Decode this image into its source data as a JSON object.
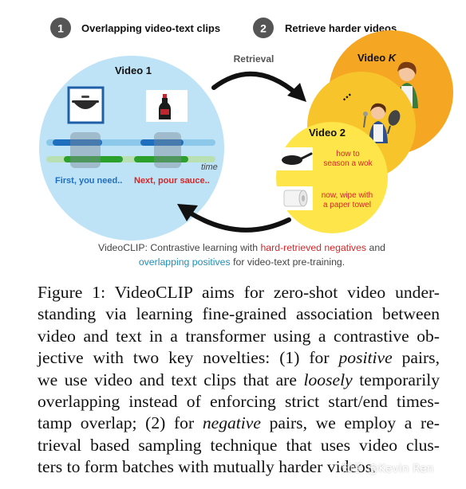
{
  "figure": {
    "step1": {
      "number": "1",
      "label": "Overlapping video-text clips"
    },
    "step2": {
      "number": "2",
      "label": "Retrieve harder videos"
    },
    "retrieval_label": "Retrieval",
    "video1": {
      "title": "Video 1",
      "time_label": "time",
      "text_clip_1": "First, you need..",
      "text_clip_2": "Next, pour sauce.."
    },
    "videoK": {
      "title_prefix": "Video ",
      "title_var": "K"
    },
    "ellipsis": "...",
    "video2": {
      "title": "Video 2",
      "item1": [
        "how to",
        "season a wok"
      ],
      "item2": [
        "now, wipe with",
        "a paper towel"
      ]
    },
    "subcaption": {
      "line1_pre": "VideoCLIP: Contrastive learning with ",
      "line1_red": "hard-retrieved negatives",
      "line1_post": " and",
      "line2_blue": "overlapping positives",
      "line2_post": " for video-text pre-training."
    },
    "colors": {
      "video1_circle": "#bfe3f6",
      "blue_bar": "#1f6fbf",
      "green_bar": "#2ca02c",
      "red_text": "#d62728",
      "videoK_circle": "#f5a623",
      "mid_circle": "#f7c52b",
      "video2_circle": "#fde54a"
    }
  },
  "caption": {
    "lines": [
      "Figure 1: VideoCLIP aims for zero-shot video under-",
      "standing via learning fine-grained association between",
      "video and text in a transformer using a contrastive ob-",
      [
        "jective with two key novelties: (1) for ",
        "positive",
        " pairs,"
      ],
      [
        "we use video and text clips that are ",
        "loosely",
        " temporarily"
      ],
      "overlapping instead of enforcing strict start/end times-",
      [
        "tamp overlap; (2) for ",
        "negative",
        " pairs, we employ a re-"
      ],
      "trieval based sampling technique that uses video clus-",
      "ters to form batches with mutually harder videos."
    ]
  },
  "watermark": "知乎 @Kevin Ren"
}
